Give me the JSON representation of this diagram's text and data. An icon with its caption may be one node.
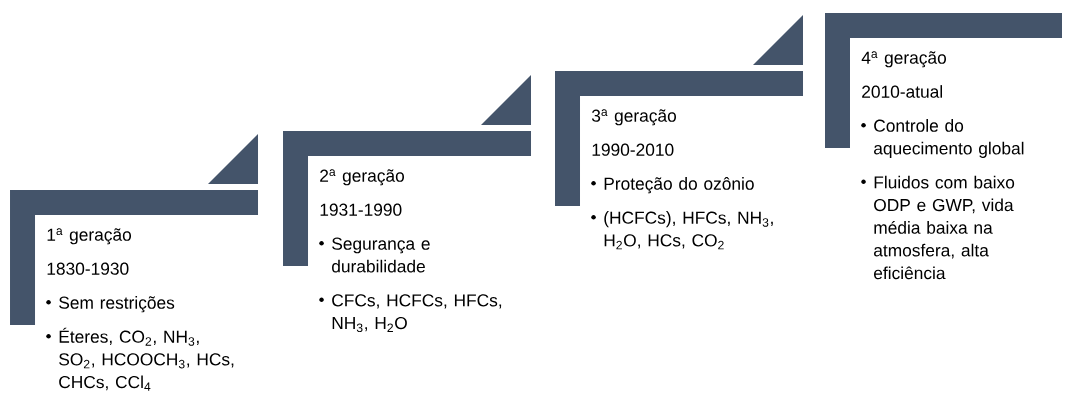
{
  "diagram": {
    "nodes": [
      {
        "text": [
          "1$^{a}$ geração",
          "1830-1930",
          "Sem restrições",
          "Éteres, CO$_{2}$, NH$_{3}$, SO$_{2}$, HCOOCH$_{3}$, HCs, CHCs, CCl$_{4}$"
        ]
      },
      {
        "text": [
          "2$^{a}$ geração",
          "1931-1990",
          "Segurança e durabilidade",
          "CFCs, HCFCs, HFCs, NH$_{3}$, H$_{2}$O"
        ]
      },
      {
        "text": [
          "3$^{a}$ geração",
          "1990-2010",
          "Proteção do ozônio",
          "(HCFCs), HFCs, NH$_{3}$, H$_{2}$O, HCs, CO$_{2}$"
        ]
      },
      {
        "text": [
          "4$^{a}$ geração",
          "2010-atual",
          "Controle do aquecimento global",
          "Fluidos com baixo ODP e GWP, vida média baixa na atmosfera, alta eficiência"
        ]
      }
    ]
  }
}
